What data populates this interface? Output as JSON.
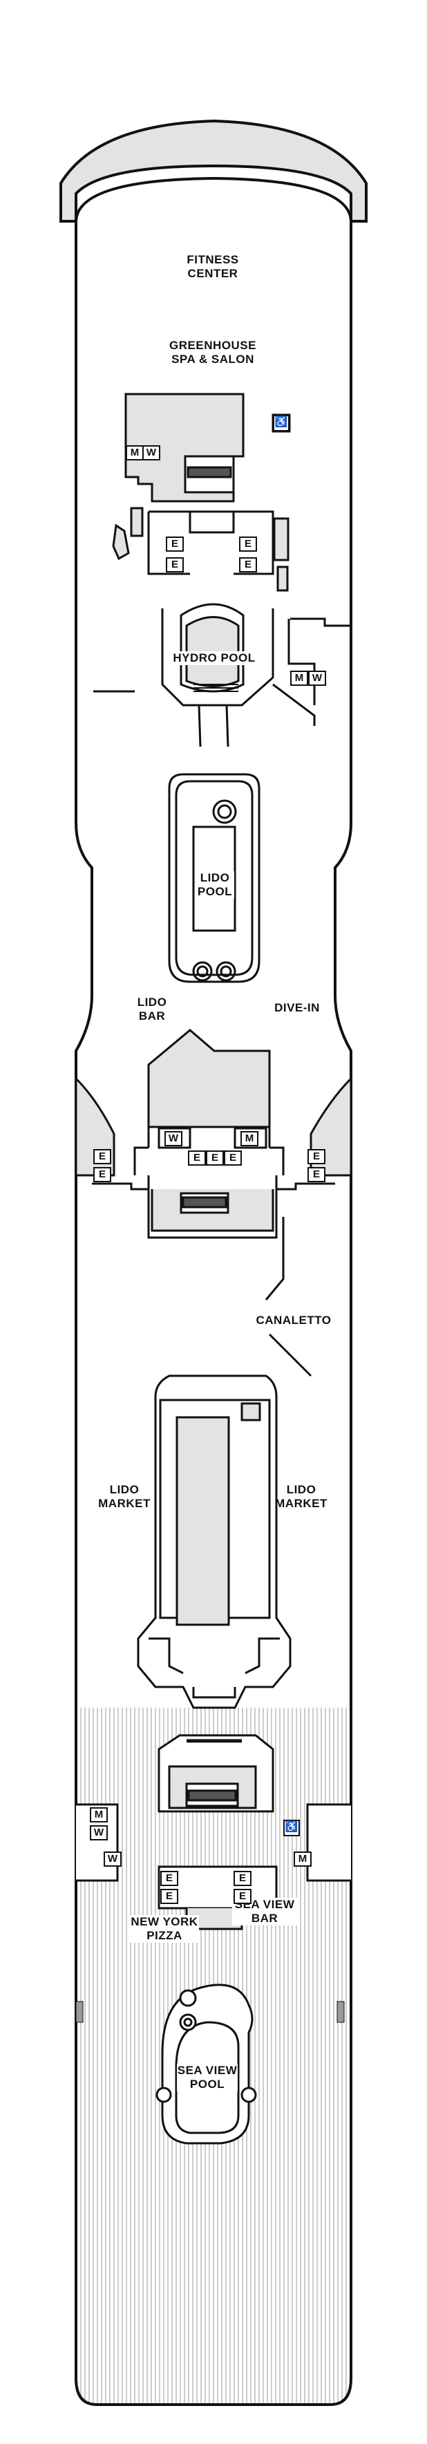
{
  "deck_labels": {
    "fitness": [
      "FITNESS",
      "CENTER"
    ],
    "greenhouse": [
      "GREENHOUSE",
      "SPA & SALON"
    ],
    "hydro_pool": "HYDRO POOL",
    "lido_pool": [
      "LIDO",
      "POOL"
    ],
    "lido_bar": [
      "LIDO",
      "BAR"
    ],
    "dive_in": "DIVE-IN",
    "canaletto": "CANALETTO",
    "lido_market_left": [
      "LIDO",
      "MARKET"
    ],
    "lido_market_right": [
      "LIDO",
      "MARKET"
    ],
    "new_york_pizza": [
      "NEW YORK",
      "PIZZA"
    ],
    "sea_view_bar": [
      "SEA VIEW",
      "BAR"
    ],
    "sea_view_pool": [
      "SEA VIEW",
      "POOL"
    ]
  },
  "symbols": {
    "men": "M",
    "women": "W",
    "elevator": "E",
    "accessible": "♿"
  },
  "colors": {
    "line": "#111111",
    "fill": "#e3e3e3",
    "deck_wood": "#888888",
    "background": "#ffffff"
  }
}
